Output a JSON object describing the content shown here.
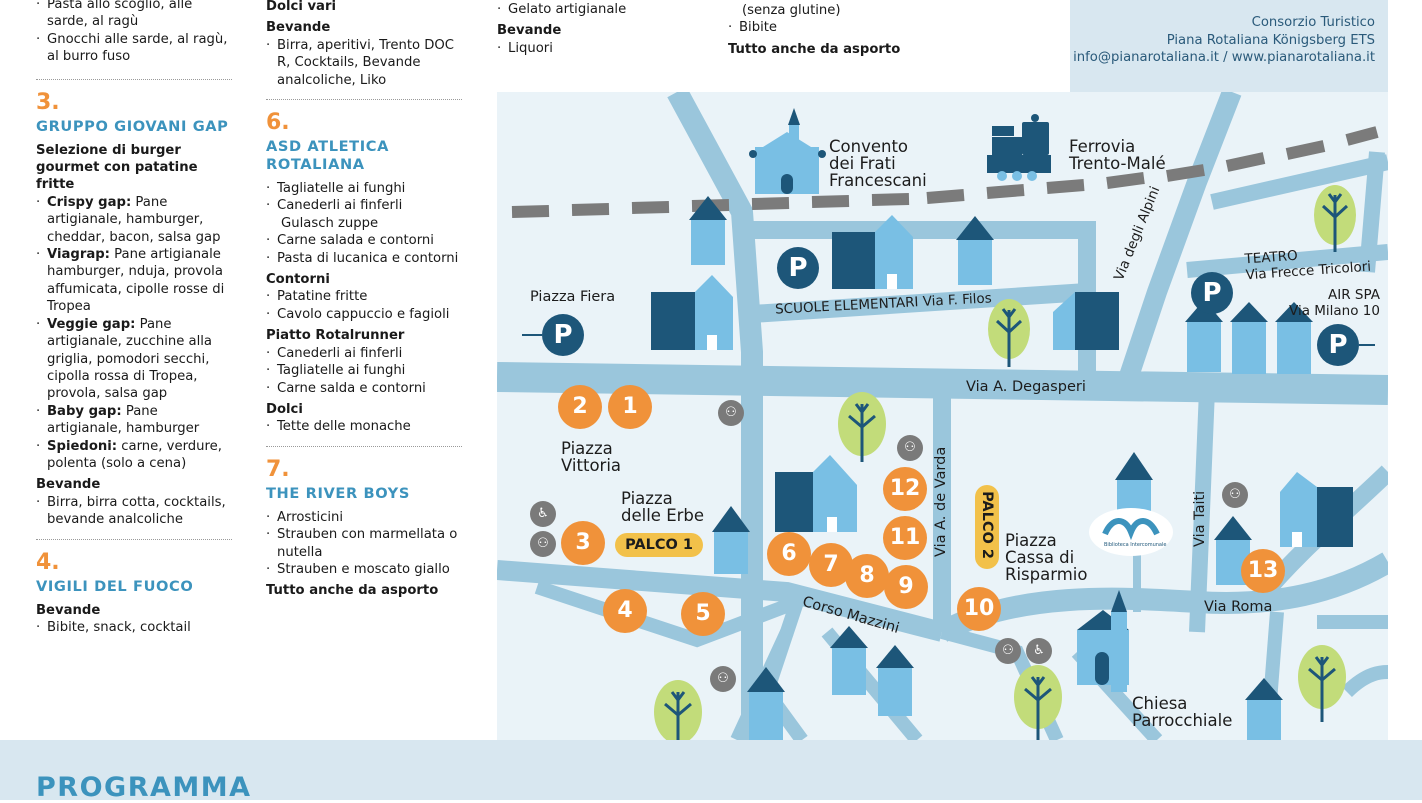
{
  "colors": {
    "orange": "#f0923a",
    "title_blue": "#3c93bd",
    "map_bg": "#eaf3f8",
    "road": "#9ac6dc",
    "dark_blue": "#1d5679",
    "light_blue": "#79bfe4",
    "tree_green": "#c2dc7a",
    "stage_yellow": "#f2c14a",
    "panel_blue": "#d8e7f0"
  },
  "col1": {
    "top_items": [
      "Pasta allo scoglio, alle sarde, al ragù",
      "Gnocchi alle sarde, al ragù, al burro fuso"
    ],
    "s3": {
      "num": "3.",
      "title": "GRUPPO GIOVANI GAP",
      "subtitle": "Selezione di burger gourmet con patatine fritte",
      "items": [
        {
          "bold": "Crispy gap:",
          "text": " Pane artigianale, hamburger, cheddar, bacon, salsa gap"
        },
        {
          "bold": "Viagrap:",
          "text": " Pane artigianale hamburger, nduja, provola affumicata, cipolle rosse di Tropea"
        },
        {
          "bold": "Veggie gap:",
          "text": " Pane artigianale, zucchine alla griglia, pomodori secchi, cipolla rossa di Tropea, provola, salsa gap"
        },
        {
          "bold": "Baby gap:",
          "text": " Pane artigianale, hamburger"
        },
        {
          "bold": "Spiedoni:",
          "text": " carne, verdure, polenta (solo a cena)"
        }
      ],
      "drinks_head": "Bevande",
      "drinks": [
        "Birra, birra cotta, cocktails, bevande analcoliche"
      ]
    },
    "s4": {
      "num": "4.",
      "title": "VIGILI DEL FUOCO",
      "drinks_head": "Bevande",
      "drinks": [
        "Bibite, snack, cocktail"
      ]
    }
  },
  "col2": {
    "top_head": "Dolci vari",
    "drinks_head": "Bevande",
    "drinks": [
      "Birra, aperitivi, Trento DOC R, Cocktails, Bevande analcoliche, Liko"
    ],
    "s6": {
      "num": "6.",
      "title": "ASD ATLETICA ROTALIANA",
      "items": [
        "Tagliatelle ai funghi",
        "Canederli ai finferli",
        "Gulasch zuppe",
        "Carne salada e contorni",
        "Pasta di lucanica e contorni"
      ],
      "contorni_head": "Contorni",
      "contorni": [
        "Patatine fritte",
        "Cavolo cappuccio e fagioli"
      ],
      "piatto_head": "Piatto Rotalrunner",
      "piatto": [
        "Canederli ai finferli",
        "Tagliatelle ai funghi",
        "Carne salda e contorni"
      ],
      "dolci_head": "Dolci",
      "dolci": [
        "Tette delle monache"
      ]
    },
    "s7": {
      "num": "7.",
      "title": "THE RIVER BOYS",
      "items": [
        "Arrosticini",
        "Strauben con marmellata o nutella",
        "Strauben e moscato giallo"
      ],
      "footer": "Tutto anche da asporto"
    }
  },
  "col3": {
    "items": [
      "Gelato artigianale"
    ],
    "drinks_head": "Bevande",
    "drinks": [
      "Liquori"
    ]
  },
  "col4": {
    "cont_line": "(senza glutine)",
    "items": [
      "Bibite"
    ],
    "footer": "Tutto anche da asporto"
  },
  "contact": {
    "line1": "Consorzio Turistico",
    "line2": "Piana Rotaliana Königsberg ETS",
    "line3": "info@pianarotaliana.it / www.pianarotaliana.it"
  },
  "map": {
    "labels": {
      "convento": [
        "Convento",
        "dei Frati",
        "Francescani"
      ],
      "ferrovia": [
        "Ferrovia",
        "Trento-Malé"
      ],
      "piazza_fiera": "Piazza Fiera",
      "scuole": "SCUOLE ELEMENTARI Via F. Filos",
      "teatro": [
        "TEATRO",
        "Via Frecce Tricolori"
      ],
      "air_spa": [
        "AIR SPA",
        "Via Milano 10"
      ],
      "via_alpini": "Via degli Alpini",
      "degasperi": "Via A. Degasperi",
      "vittoria": [
        "Piazza",
        "Vittoria"
      ],
      "erbe": [
        "Piazza",
        "delle Erbe"
      ],
      "via_varda": "Via A. de Varda",
      "cassa": [
        "Piazza",
        "Cassa di",
        "Risparmio"
      ],
      "via_taiti": "Via Taiti",
      "corso_mazzini": "Corso Mazzini",
      "via_roma": "Via Roma",
      "chiesa": [
        "Chiesa",
        "Parrocchiale"
      ],
      "biblioteca": "Biblioteca Intercomunale"
    },
    "stages": [
      "PALCO 1",
      "PALCO 2"
    ],
    "parking_symbol": "P",
    "pins": [
      "1",
      "2",
      "3",
      "4",
      "5",
      "6",
      "7",
      "8",
      "9",
      "10",
      "11",
      "12",
      "13"
    ]
  },
  "bottom": {
    "title": "PROGRAMMA"
  }
}
